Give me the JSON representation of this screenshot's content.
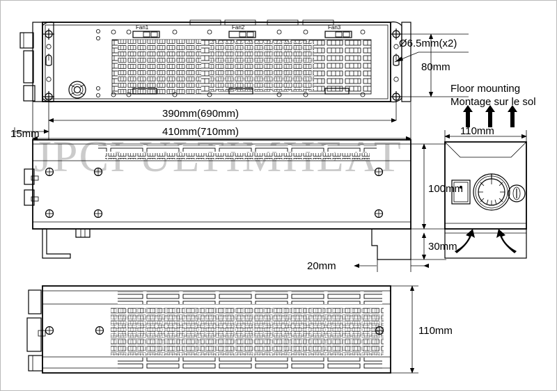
{
  "document": {
    "kind": "technical-drawing",
    "title": "Fan heater dimensional drawing",
    "background_color": "#ffffff",
    "line_color": "#000000",
    "border_color": "#b9b9b9"
  },
  "watermark": {
    "text": "JPCI ULTIMHEAT",
    "color": "#000000",
    "opacity": "0.20"
  },
  "views": {
    "top": {
      "name": "top-view",
      "fan_labels": [
        "Fan1",
        "Fan2",
        "Fan3"
      ]
    },
    "front": {
      "name": "front-view"
    },
    "side": {
      "name": "side-view-control-panel"
    },
    "bottom": {
      "name": "bottom-view"
    }
  },
  "dimensions": {
    "hole_diameter": "Ø6.5mm(x2)",
    "hole_spacing": "80mm",
    "length_inner": "390mm(690mm)",
    "length_outer": "410mm(710mm)",
    "bracket_offset": "15mm",
    "height_body": "100mm",
    "height_foot": "30mm",
    "foot_depth": "20mm",
    "depth_side": "110mm",
    "height_bottom": "110mm"
  },
  "annotations": {
    "floor_mounting_en": "Floor mounting",
    "floor_mounting_fr": "Montage sur le sol"
  },
  "controls": {
    "rocker_switch": "rocker-switch",
    "thermostat_dial": "thermostat-dial",
    "power_indicator": "power-indicator"
  }
}
